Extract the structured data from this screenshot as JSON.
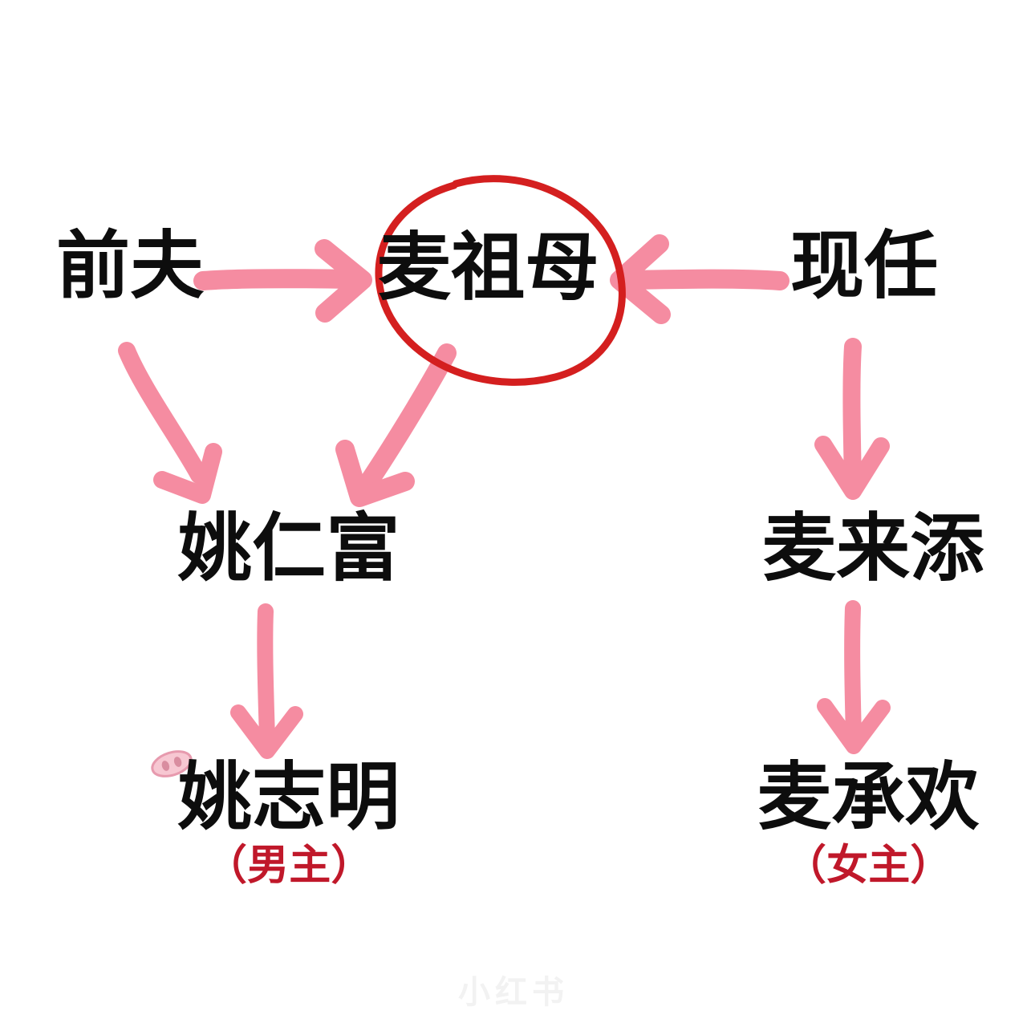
{
  "diagram": {
    "title_present": false,
    "background_color": "#ffffff",
    "accent_pink": "#f58ca1",
    "accent_red": "#d41f1f",
    "role_label_color": "#c0182a",
    "node_text_color": "#0d0d0d",
    "nodes": [
      {
        "id": "qianfu",
        "name": "前夫",
        "role": ""
      },
      {
        "id": "zumu",
        "name": "麦祖母",
        "role": ""
      },
      {
        "id": "xianren",
        "name": "现任",
        "role": ""
      },
      {
        "id": "yaorenfu",
        "name": "姚仁富",
        "role": ""
      },
      {
        "id": "mailaitian",
        "name": "麦来添",
        "role": ""
      },
      {
        "id": "yaozhiming",
        "name": "姚志明",
        "role": "（男主）"
      },
      {
        "id": "maichenghuan",
        "name": "麦承欢",
        "role": "（女主）"
      }
    ],
    "edges": [
      {
        "from": "qianfu",
        "to": "zumu",
        "style": "arrow-right"
      },
      {
        "from": "xianren",
        "to": "zumu",
        "style": "arrow-left"
      },
      {
        "from": "qianfu",
        "to": "yaorenfu",
        "style": "arrow-diagonal-down-right"
      },
      {
        "from": "zumu",
        "to": "yaorenfu",
        "style": "arrow-diagonal-down-left"
      },
      {
        "from": "xianren",
        "to": "mailaitian",
        "style": "arrow-down"
      },
      {
        "from": "yaorenfu",
        "to": "yaozhiming",
        "style": "arrow-down"
      },
      {
        "from": "mailaitian",
        "to": "maichenghuan",
        "style": "arrow-down"
      }
    ],
    "annotations": [
      {
        "type": "circle-highlight",
        "target": "zumu",
        "color": "#d41f1f"
      },
      {
        "type": "pig-nose-doodle",
        "near": "yaozhiming",
        "color": "#f5b9c6"
      }
    ],
    "watermark": "小红书"
  }
}
